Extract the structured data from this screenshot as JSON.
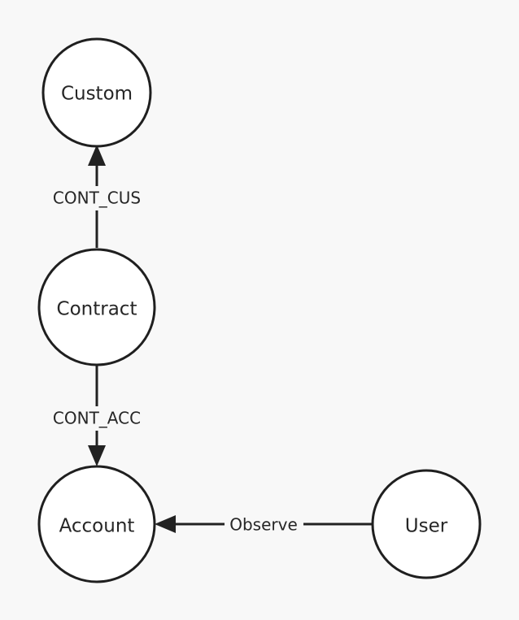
{
  "nodes": {
    "custom": "Custom",
    "contract": "Contract",
    "account": "Account",
    "user": "User"
  },
  "edges": {
    "cont_cus": "CONT_CUS",
    "cont_acc": "CONT_ACC",
    "observe": "Observe"
  }
}
